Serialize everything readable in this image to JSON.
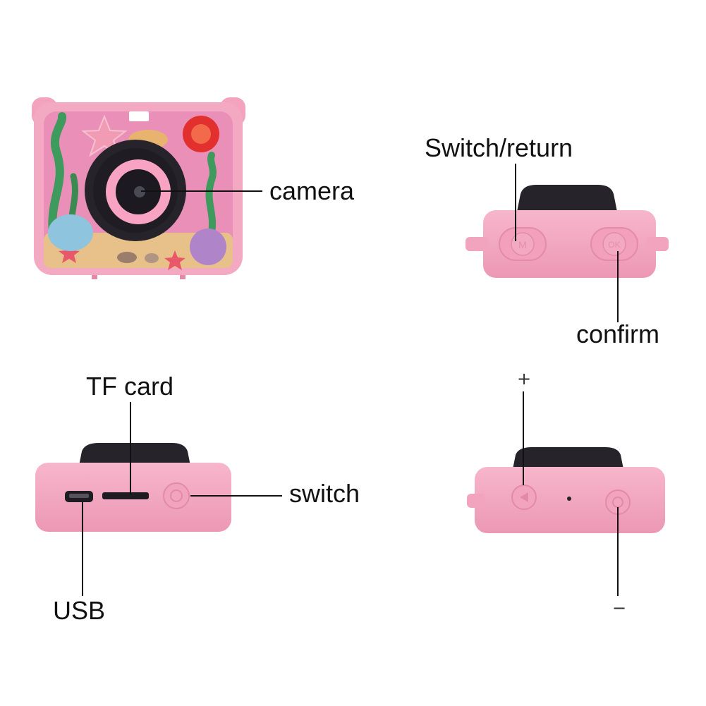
{
  "labels": {
    "camera": "camera",
    "switch_return": "Switch/return",
    "confirm": "confirm",
    "tf_card": "TF card",
    "switch": "switch",
    "usb": "USB",
    "plus": "+",
    "minus": "−"
  },
  "buttons": {
    "m": "M",
    "ok": "OK"
  },
  "colors": {
    "body_pink": "#f3a6c0",
    "body_pink_dark": "#e590ad",
    "lens_dark": "#26232b",
    "lens_ring": "#f7a3c1",
    "callout_line": "#111111"
  }
}
